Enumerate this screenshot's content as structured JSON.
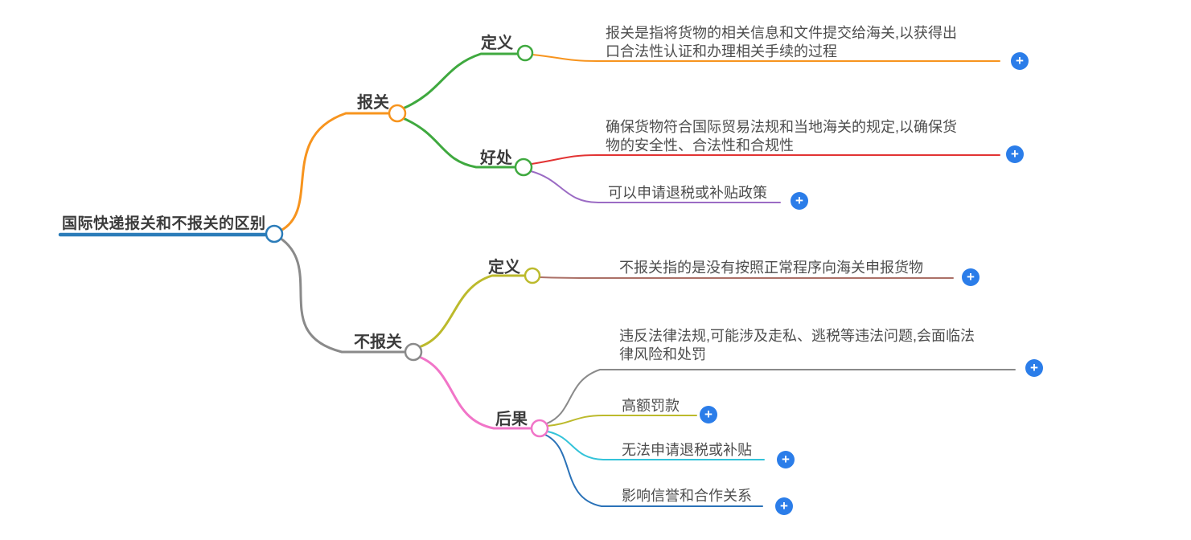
{
  "icons": {
    "plus": "+"
  },
  "colors": {
    "root_blue": "#2b7cb9",
    "orange": "#f7941e",
    "green": "#3fa93f",
    "red": "#e23333",
    "purple": "#9b6bc4",
    "gray": "#8a8a8a",
    "olive": "#bcba2c",
    "pink": "#f175c8",
    "cyan": "#33c3d9",
    "blue": "#2a72b8",
    "maroon": "#ab7067",
    "plus_button": "#2b7de9"
  },
  "mindmap": {
    "root": {
      "label": "国际快递报关和不报关的区别"
    },
    "branches": [
      {
        "label": "报关",
        "children": [
          {
            "label": "定义",
            "leaves": [
              {
                "text": "报关是指将货物的相关信息和文件提交给海关,以获得出\n口合法性认证和办理相关手续的过程"
              }
            ]
          },
          {
            "label": "好处",
            "leaves": [
              {
                "text": "确保货物符合国际贸易法规和当地海关的规定,以确保货\n物的安全性、合法性和合规性"
              },
              {
                "text": "可以申请退税或补贴政策"
              }
            ]
          }
        ]
      },
      {
        "label": "不报关",
        "children": [
          {
            "label": "定义",
            "leaves": [
              {
                "text": "不报关指的是没有按照正常程序向海关申报货物"
              }
            ]
          },
          {
            "label": "后果",
            "leaves": [
              {
                "text": "违反法律法规,可能涉及走私、逃税等违法问题,会面临法\n律风险和处罚"
              },
              {
                "text": "高额罚款"
              },
              {
                "text": "无法申请退税或补贴"
              },
              {
                "text": "影响信誉和合作关系"
              }
            ]
          }
        ]
      }
    ]
  }
}
